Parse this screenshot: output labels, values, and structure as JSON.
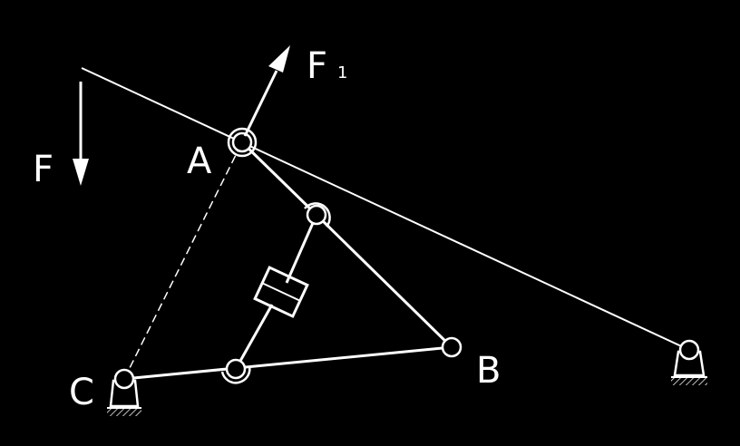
{
  "diagram": {
    "labels": {
      "A": "A",
      "B": "B",
      "C": "C",
      "F": "F",
      "F1": "F",
      "F1_sub": "1"
    },
    "colors": {
      "background": "#000000",
      "stroke": "#ffffff"
    }
  }
}
